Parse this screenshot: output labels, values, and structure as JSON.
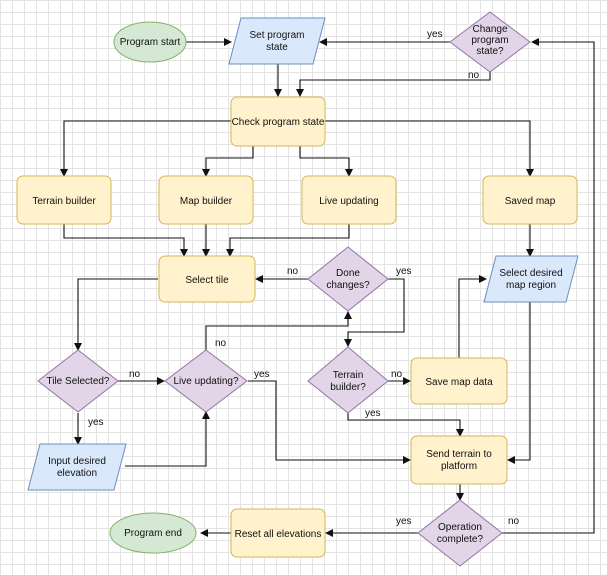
{
  "diagram": {
    "nodes": {
      "program_start": "Program start",
      "set_program_state": [
        "Set program",
        "state"
      ],
      "change_program_state": [
        "Change",
        "program",
        "state?"
      ],
      "check_program_state": "Check program state",
      "terrain_builder": "Terrain builder",
      "map_builder": "Map builder",
      "live_updating_box": "Live updating",
      "saved_map": "Saved map",
      "select_tile": "Select tile",
      "done_changes": [
        "Done",
        "changes?"
      ],
      "select_region": [
        "Select desired",
        "map region"
      ],
      "tile_selected": "Tile Selected?",
      "live_updating_q": "Live updating?",
      "terrain_builder_q": [
        "Terrain",
        "builder?"
      ],
      "save_map_data": "Save map data",
      "input_elevation": [
        "Input desired",
        "elevation"
      ],
      "send_terrain": [
        "Send terrain to",
        "platform"
      ],
      "program_end": "Program end",
      "reset_elevations": "Reset all elevations",
      "operation_complete": [
        "Operation",
        "complete?"
      ]
    },
    "edge_labels": {
      "change_yes": "yes",
      "change_no": "no",
      "done_no": "no",
      "done_yes": "yes",
      "live_no": "no",
      "tile_no": "no",
      "tile_yes": "yes",
      "live_yes": "yes",
      "terrain_no": "no",
      "terrain_yes": "yes",
      "op_yes": "yes",
      "op_no": "no"
    },
    "colors": {
      "process_fill": "#fff2cc",
      "process_stroke": "#d6b656",
      "decision_fill": "#e1d5e7",
      "decision_stroke": "#9673a6",
      "io_fill": "#dae8fc",
      "io_stroke": "#6c8ebf",
      "terminal_fill": "#d5e8d4",
      "terminal_stroke": "#82b366",
      "line": "#111111"
    }
  }
}
